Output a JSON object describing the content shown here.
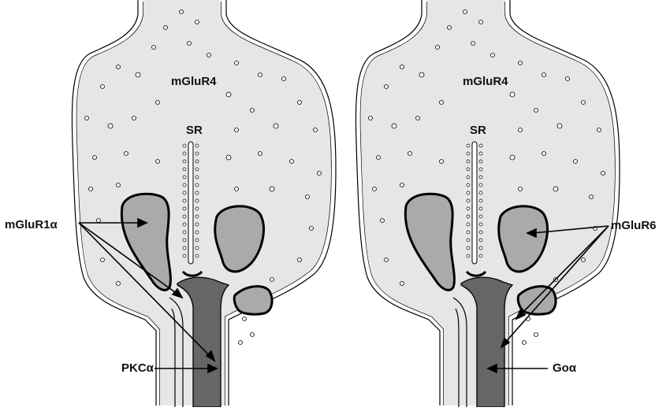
{
  "left_panel": {
    "label_mglur4": "mGluR4",
    "label_sr": "SR",
    "label_mglur1a": "mGluR1α",
    "label_pkca": "PKCα"
  },
  "right_panel": {
    "label_mglur4": "mGluR4",
    "label_sr": "SR",
    "label_mglur6": "mGluR6",
    "label_goa": "Goα"
  },
  "colors": {
    "terminal_fill": "#e6e6e6",
    "process_fill": "#a9a9a9",
    "rod_bipolar_fill": "#666666",
    "outline": "#000000",
    "vesicle_fill": "#ffffff"
  }
}
